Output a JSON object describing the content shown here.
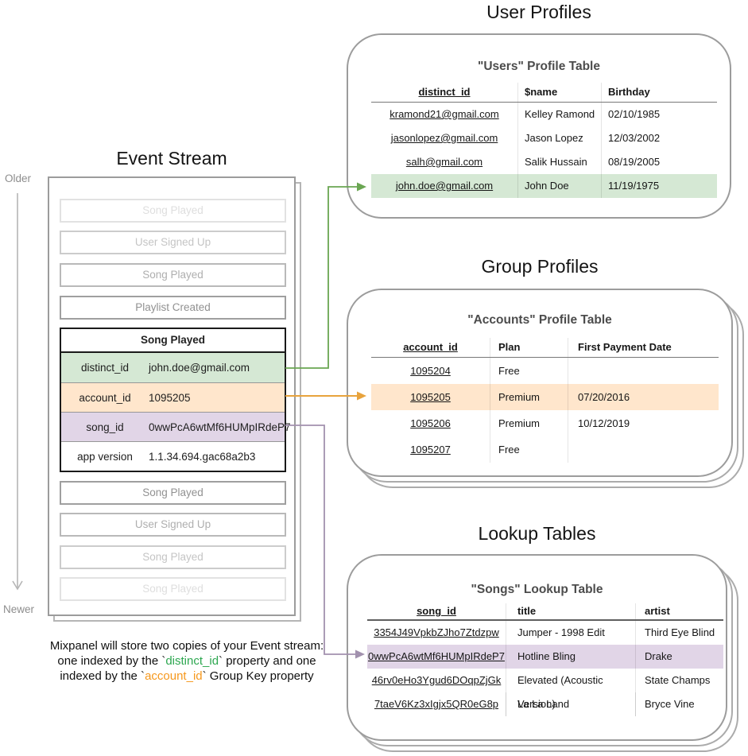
{
  "colors": {
    "green_fill": "#d5e8d4",
    "orange_fill": "#ffe6cc",
    "purple_fill": "#e1d5e7",
    "green_arrow": "#6aa652",
    "orange_arrow": "#e8a33d",
    "purple_arrow": "#a291ae",
    "note_green": "#2da750",
    "note_orange": "#f6981c"
  },
  "event_stream": {
    "title": "Event Stream",
    "older_label": "Older",
    "newer_label": "Newer",
    "events_before": [
      "Song Played",
      "User Signed Up",
      "Song Played",
      "Playlist Created"
    ],
    "expanded_event": {
      "title": "Song Played",
      "fields": [
        {
          "key": "distinct_id",
          "value": "john.doe@gmail.com"
        },
        {
          "key": "account_id",
          "value": "1095205"
        },
        {
          "key": "song_id",
          "value": "0wwPcA6wtMf6HUMpIRdeP7"
        },
        {
          "key": "app version",
          "value": "1.1.34.694.gac68a2b3"
        }
      ]
    },
    "events_after": [
      "Song Played",
      "User Signed Up",
      "Song Played",
      "Song Played"
    ]
  },
  "note": {
    "line1": "Mixpanel will store two copies of your Event stream:",
    "line2_pre": "one indexed by the `",
    "line2_code": "distinct_id",
    "line2_post": "` property and one",
    "line3_pre": "indexed by the `",
    "line3_code": "account_id",
    "line3_post": "` Group Key property"
  },
  "user_profiles": {
    "section_title": "User Profiles",
    "card_title": "\"Users\" Profile Table",
    "columns": [
      "distinct_id",
      "$name",
      "Birthday"
    ],
    "rows": [
      [
        "kramond21@gmail.com",
        "Kelley Ramond",
        "02/10/1985"
      ],
      [
        "jasonlopez@gmail.com",
        "Jason Lopez",
        "12/03/2002"
      ],
      [
        "salh@gmail.com",
        "Salik Hussain",
        "08/19/2005"
      ],
      [
        "john.doe@gmail.com",
        "John Doe",
        "11/19/1975"
      ]
    ],
    "highlighted_row_index": 3
  },
  "group_profiles": {
    "section_title": "Group Profiles",
    "card_title": "\"Accounts\" Profile Table",
    "columns": [
      "account_id",
      "Plan",
      "First Payment Date"
    ],
    "rows": [
      [
        "1095204",
        "Free",
        ""
      ],
      [
        "1095205",
        "Premium",
        "07/20/2016"
      ],
      [
        "1095206",
        "Premium",
        "10/12/2019"
      ],
      [
        "1095207",
        "Free",
        ""
      ]
    ],
    "highlighted_row_index": 1
  },
  "lookup_tables": {
    "section_title": "Lookup Tables",
    "card_title": "\"Songs\" Lookup Table",
    "columns": [
      "song_id",
      "title",
      "artist"
    ],
    "rows": [
      [
        "3354J49VpkbZJho7Ztdzpw",
        "Jumper - 1998 Edit",
        "Third Eye Blind"
      ],
      [
        "0wwPcA6wtMf6HUMpIRdeP7",
        "Hotline Bling",
        "Drake"
      ],
      [
        "46rv0eHo3Ygud6DOqpZjGk",
        "Elevated (Acoustic Version)",
        "State Champs"
      ],
      [
        "7taeV6Kz3xIgjx5QR0eG8p",
        "La La Land",
        "Bryce Vine"
      ]
    ],
    "highlighted_row_index": 1
  }
}
